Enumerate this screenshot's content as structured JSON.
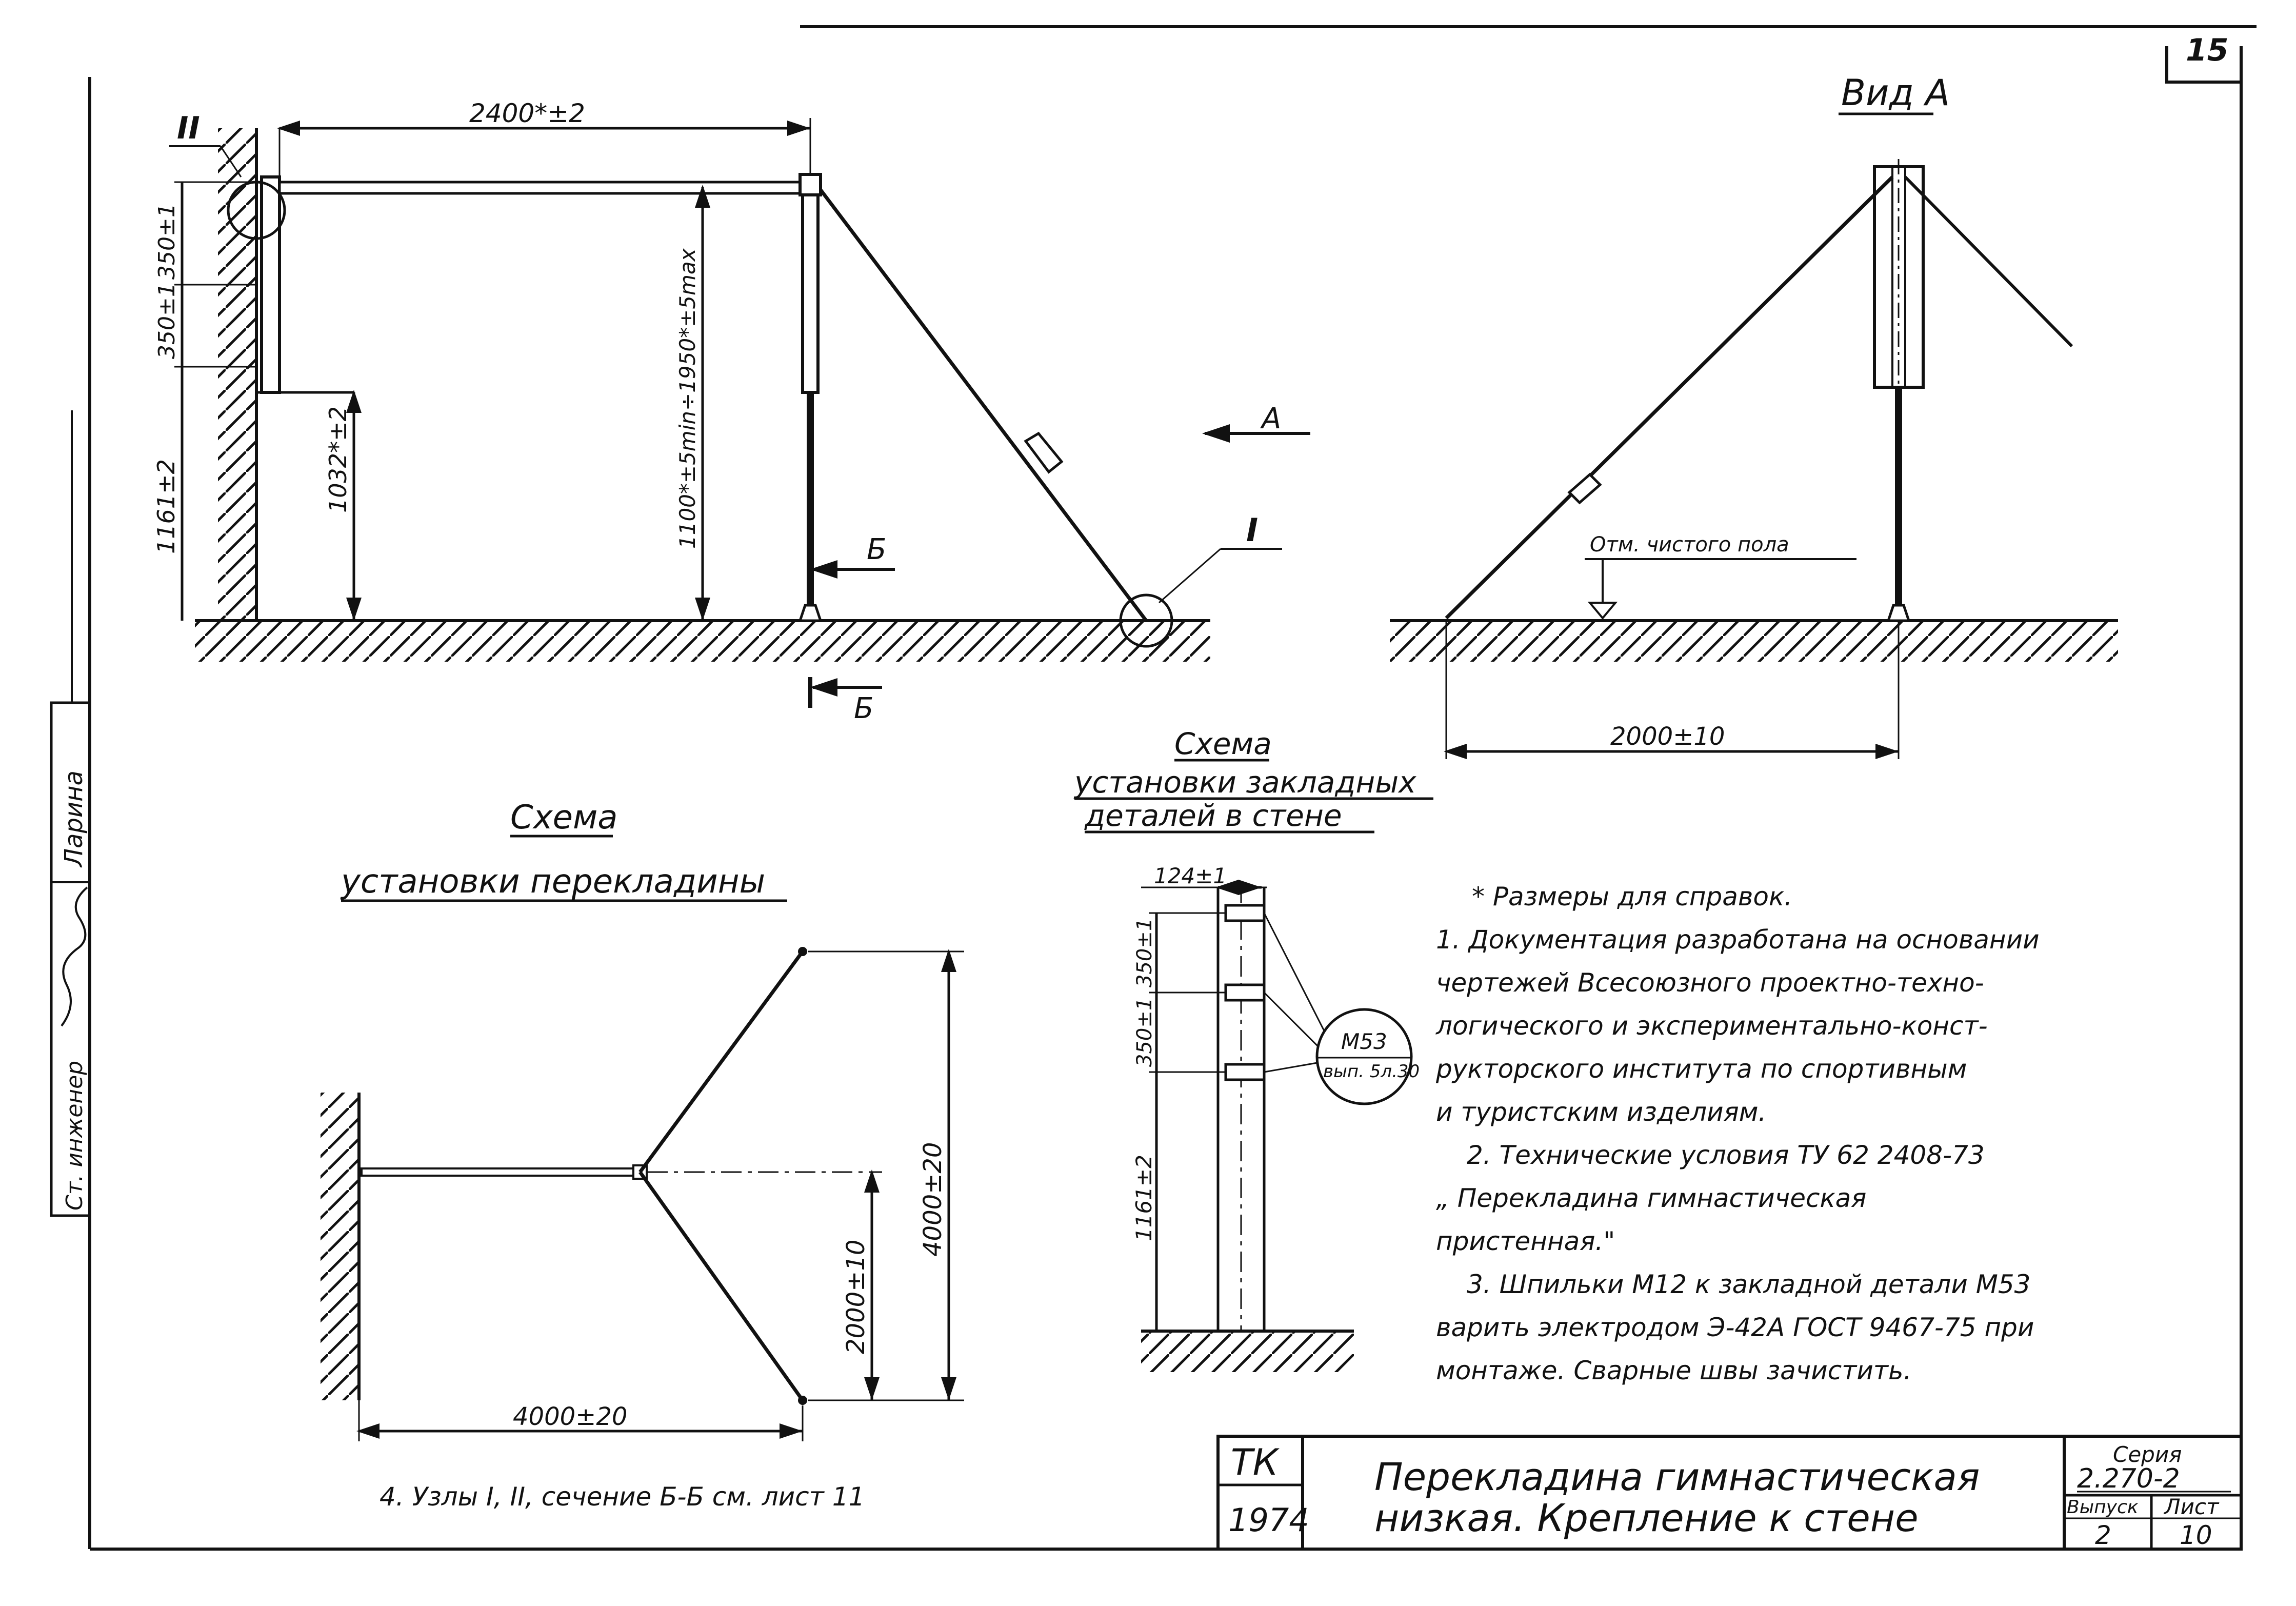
{
  "page_number": "15",
  "side_stamp": {
    "position": "Ст. инженер",
    "name": "Ларина"
  },
  "view_main": {
    "dim_top": "2400*±2",
    "dim_upper_1": "350±1",
    "dim_upper_2": "350±1",
    "dim_lower": "1161±2",
    "dim_bar": "1032*±2",
    "dim_height": "1100*±5min÷1950*±5max",
    "node_1": "I",
    "node_2": "II",
    "section": "Б",
    "arrow_view": "А"
  },
  "view_a": {
    "title": "Вид А",
    "floor_label": "Отм. чистого пола",
    "dim_bottom": "2000±10"
  },
  "plan_scheme": {
    "title_line1": "Схема",
    "title_line2": "установки перекладины",
    "dim_span": "4000±20",
    "dim_half": "2000±10",
    "dim_width": "4000±20"
  },
  "embed_scheme": {
    "title_line1": "Схема",
    "title_line2": "установки закладных",
    "title_line3": "деталей в стене",
    "dim_offset": "124±1",
    "dim_upper_1": "350±1",
    "dim_upper_2": "350±1",
    "dim_lower": "1161±2",
    "callout_top": "М53",
    "callout_bottom": "вып. 5л.30"
  },
  "notes": [
    "* Размеры для справок.",
    "1. Документация разработана на основании",
    "чертежей Всесоюзного проектно-техно-",
    "логического и экспериментально-конст-",
    "рукторского института по спортивным",
    "и туристским изделиям.",
    "2. Технические условия ТУ 62 2408-73",
    "„ Перекладина гимнастическая",
    "пристенная.\"",
    "3. Шпильки М12 к закладной детали М53",
    "варить электродом Э-42А ГОСТ 9467-75 при",
    "монтаже. Сварные швы зачистить."
  ],
  "note_4": "4. Узлы I, II, сечение Б-Б см. лист 11",
  "title_block": {
    "org_code": "ТК",
    "year": "1974",
    "title_line1": "Перекладина гимнастическая",
    "title_line2": "низкая. Крепление к стене",
    "series_label": "Серия",
    "series_value": "2.270-2",
    "issue_label": "Выпуск",
    "issue_value": "2",
    "sheet_label": "Лист",
    "sheet_value": "10"
  }
}
